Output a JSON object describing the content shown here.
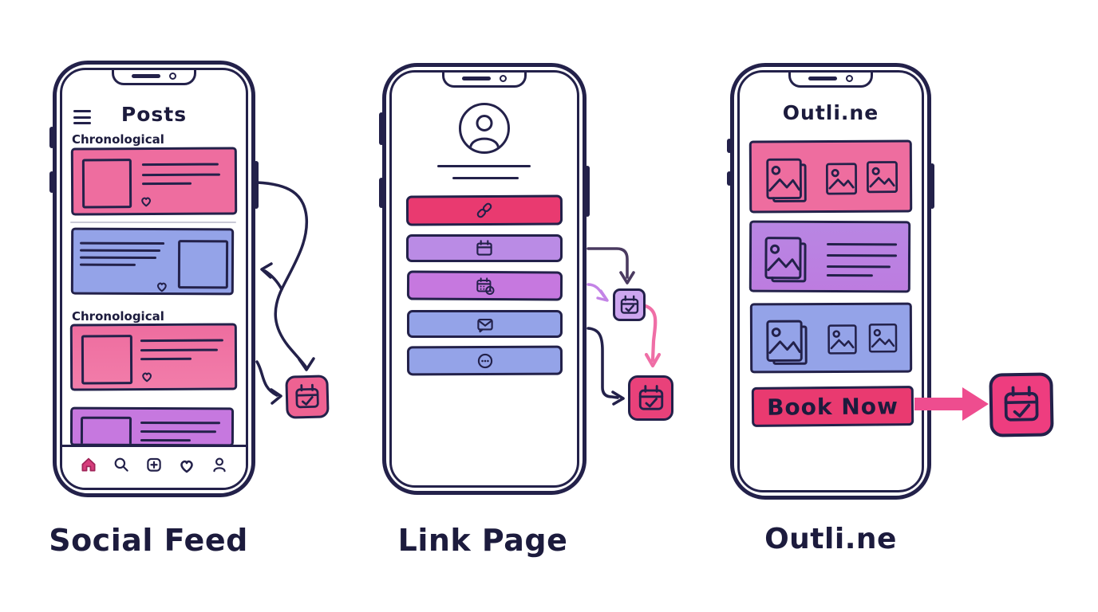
{
  "captions": {
    "phone1": "Social Feed",
    "phone2": "Link Page",
    "phone3": "Outli.ne"
  },
  "phone1": {
    "title": "Posts",
    "sections": {
      "first": "Chronological",
      "second": "Chronological"
    },
    "menu_icon": "hamburger-icon",
    "post_like_icon": "heart-icon",
    "tabbar_icons": [
      "home-icon",
      "search-icon",
      "add-post-icon",
      "heart-icon",
      "profile-icon"
    ]
  },
  "phone2": {
    "profile_icon": "avatar-icon",
    "link_buttons": [
      "link-icon",
      "calendar-icon",
      "calendar-clock-icon",
      "message-icon",
      "more-icon"
    ]
  },
  "phone3": {
    "title": "Outli.ne",
    "cta_label": "Book Now",
    "gallery_icons": [
      "photo-stack-icon",
      "photo-icon",
      "photo-icon"
    ]
  },
  "booking_badges": [
    "calendar-check-icon",
    "calendar-check-icon",
    "calendar-check-icon",
    "calendar-check-icon"
  ],
  "colors": {
    "ink": "#23214a",
    "text": "#1c1b3d",
    "pink_card": "#ee6d9f",
    "crimson": "#e93a70",
    "purple": "#ba8be5",
    "purple_bright": "#c678df",
    "periwinkle": "#94a3e8",
    "purple_card": "#bd7ce0",
    "cal_pink_small": "#ee6292",
    "cal_purple": "#cda6ef",
    "cal_pink": "#e9417a",
    "cal_pink_big": "#ee3d7f",
    "arrow_dark_purple": "#4a3a60",
    "arrow_violet": "#c383e6",
    "arrow_pink": "#ef6ea6",
    "arrow_thick": "#ee4d8f",
    "home_fill": "#d63d7c",
    "divider": "#c9c9d6"
  }
}
